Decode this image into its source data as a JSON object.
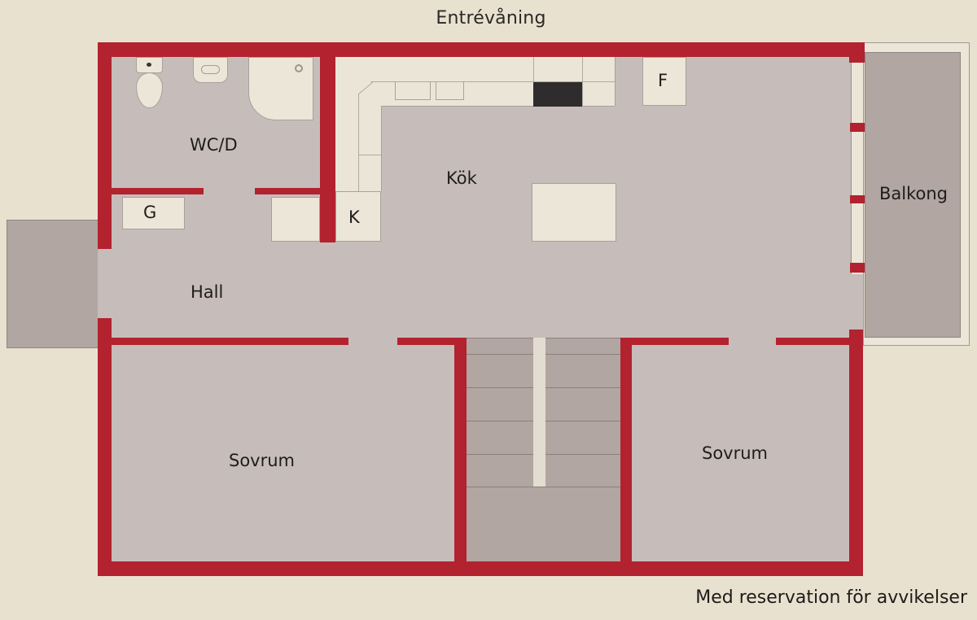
{
  "plan": {
    "title": "Entrévåning",
    "disclaimer": "Med reservation för avvikelser",
    "colors": {
      "wall": "#b3222f",
      "floor": "#c6bdbb",
      "exterior": "#b1a6a2",
      "fixture": "#ece6d8",
      "background": "#e9e1cf",
      "stove": "#2e2c2c"
    },
    "rooms": {
      "wc": "WC/D",
      "kitchen": "Kök",
      "balcony": "Balkong",
      "hall": "Hall",
      "bedroom_left": "Sovrum",
      "bedroom_right": "Sovrum"
    },
    "fixtures": {
      "g": "G",
      "k": "K",
      "f": "F"
    }
  }
}
